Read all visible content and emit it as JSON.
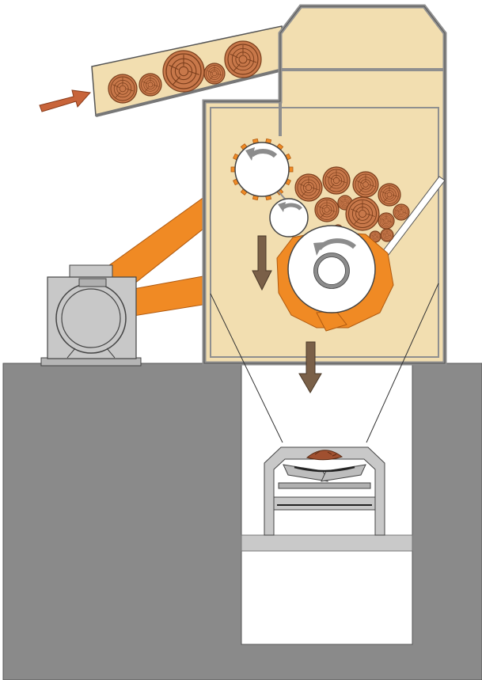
{
  "diagram": {
    "title": "",
    "components": [
      {
        "id": "infeed-conveyor",
        "kind": "inclined log chute",
        "log_count": 5
      },
      {
        "id": "feed-arrow",
        "kind": "direction arrow"
      },
      {
        "id": "debarker-housing",
        "kind": "machine housing"
      },
      {
        "id": "upper-feed-roller",
        "kind": "spiked roller",
        "rotation": "counter-clockwise"
      },
      {
        "id": "lower-feed-roller",
        "kind": "small roller",
        "rotation": "counter-clockwise"
      },
      {
        "id": "main-drum",
        "kind": "rotor drum",
        "rotation": "counter-clockwise"
      },
      {
        "id": "log-pile",
        "kind": "logs in hopper",
        "log_count": 12
      },
      {
        "id": "drive-motor",
        "kind": "electric motor"
      },
      {
        "id": "drive-belts",
        "kind": "belt drive",
        "count": 2
      },
      {
        "id": "discharge-arrow",
        "kind": "direction arrow"
      },
      {
        "id": "pit",
        "kind": "ground pit"
      },
      {
        "id": "discharge-conveyor",
        "kind": "troughed belt conveyor"
      }
    ]
  },
  "colors": {
    "housing": "#f2deb0",
    "steel": "#8f8f8f",
    "steel_light": "#c8c8c8",
    "ground": "#8a8a8a",
    "belt": "#f08a24",
    "wood": "#c8784a",
    "wood_ring": "#7a3e1c",
    "arrow_feed": "#c8643a",
    "arrow_flow": "#7a6048",
    "roller_arrow": "#8c8c8c",
    "chips": "#a05030"
  }
}
